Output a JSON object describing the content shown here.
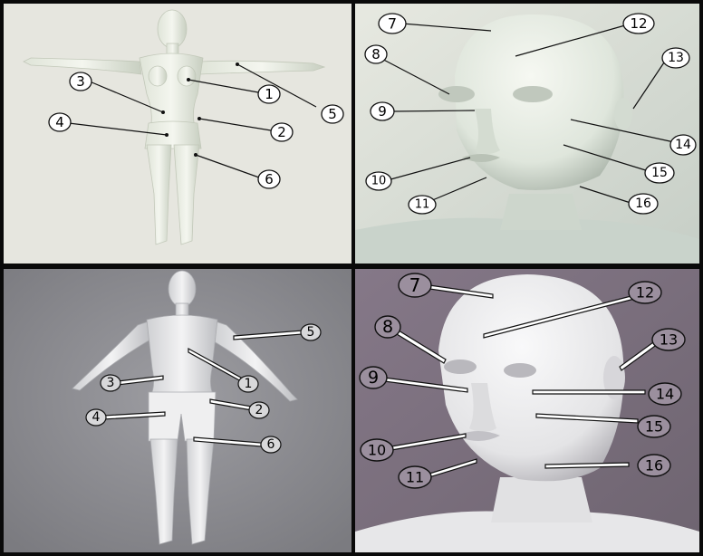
{
  "panels": [
    {
      "id": "female-body",
      "background": "#e6e6df",
      "callouts": [
        "1",
        "2",
        "3",
        "4",
        "5",
        "6"
      ]
    },
    {
      "id": "female-face",
      "background": "#dfe4dc",
      "callouts": [
        "7",
        "8",
        "9",
        "10",
        "11",
        "12",
        "13",
        "14",
        "15",
        "16"
      ]
    },
    {
      "id": "male-body",
      "background": "#8d8d91",
      "callouts": [
        "1",
        "2",
        "3",
        "4",
        "5",
        "6"
      ]
    },
    {
      "id": "male-face",
      "background": "#7d7180",
      "callouts": [
        "7",
        "8",
        "9",
        "10",
        "11",
        "12",
        "13",
        "14",
        "15",
        "16"
      ]
    }
  ],
  "colors": {
    "frame": "#0a0a0a",
    "skin_light": "#f2f4ec",
    "skin_shadow": "#b9c0b2",
    "male_skin": "#e9e9ea",
    "callout_stroke": "#111111"
  }
}
